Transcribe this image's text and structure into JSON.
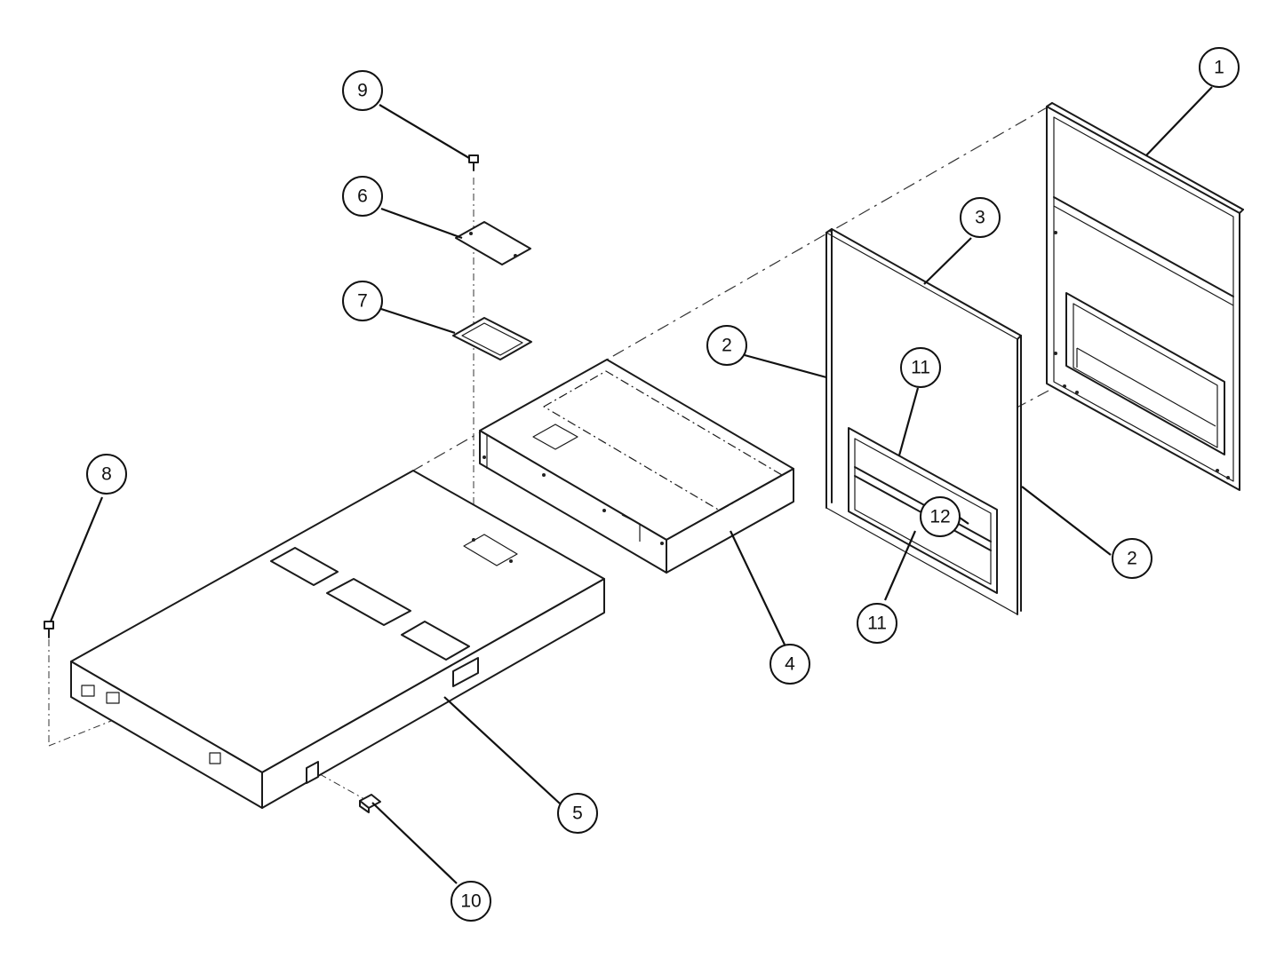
{
  "callouts": [
    {
      "id": "c1",
      "label": "1"
    },
    {
      "id": "c2a",
      "label": "2"
    },
    {
      "id": "c2b",
      "label": "2"
    },
    {
      "id": "c3",
      "label": "3"
    },
    {
      "id": "c4",
      "label": "4"
    },
    {
      "id": "c5",
      "label": "5"
    },
    {
      "id": "c6",
      "label": "6"
    },
    {
      "id": "c7",
      "label": "7"
    },
    {
      "id": "c8",
      "label": "8"
    },
    {
      "id": "c9",
      "label": "9"
    },
    {
      "id": "c10",
      "label": "10"
    },
    {
      "id": "c11a",
      "label": "11"
    },
    {
      "id": "c11b",
      "label": "11"
    },
    {
      "id": "c12",
      "label": "12"
    }
  ]
}
